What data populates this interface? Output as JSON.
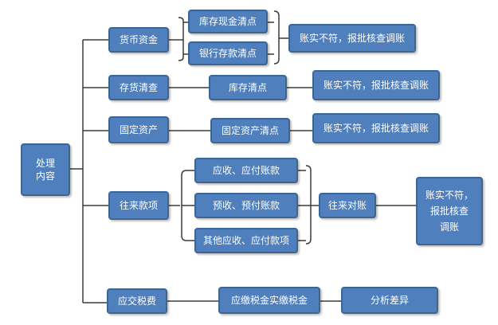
{
  "colors": {
    "box_fill": "#4f7fbd",
    "box_border": "#3a6596",
    "line": "#3a3a3a",
    "text": "#ffffff"
  },
  "root": {
    "label": "处理\n内容"
  },
  "categories": [
    {
      "label": "货币资金",
      "items": [
        "库存现金清点",
        "银行存款清点"
      ],
      "result": "账实不符，报批核查调账"
    },
    {
      "label": "存货清查",
      "items": [
        "库存清点"
      ],
      "result": "账实不符，报批核查调账"
    },
    {
      "label": "固定资产",
      "items": [
        "固定资产清点"
      ],
      "result": "账实不符，报批核查调账"
    },
    {
      "label": "往来款项",
      "items": [
        "应收、应付账款",
        "预收、预付账款",
        "其他应收、应付款项"
      ],
      "reconcile": "往来对账",
      "result": "账实不符，\n报批核查\n调账"
    },
    {
      "label": "应交税费",
      "items": [
        "应缴税金实缴税金"
      ],
      "result": "分析差异"
    }
  ]
}
